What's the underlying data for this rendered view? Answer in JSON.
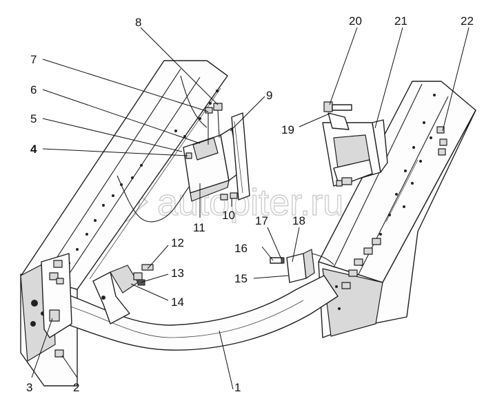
{
  "watermark": {
    "text": "autopiter.ru"
  },
  "callouts": [
    {
      "id": "1",
      "label": "1"
    },
    {
      "id": "2",
      "label": "2"
    },
    {
      "id": "3",
      "label": "3"
    },
    {
      "id": "4",
      "label": "4"
    },
    {
      "id": "5",
      "label": "5"
    },
    {
      "id": "6",
      "label": "6"
    },
    {
      "id": "7",
      "label": "7"
    },
    {
      "id": "8",
      "label": "8"
    },
    {
      "id": "9",
      "label": "9"
    },
    {
      "id": "10",
      "label": "10"
    },
    {
      "id": "11",
      "label": "11"
    },
    {
      "id": "12",
      "label": "12"
    },
    {
      "id": "13",
      "label": "13"
    },
    {
      "id": "14",
      "label": "14"
    },
    {
      "id": "15",
      "label": "15"
    },
    {
      "id": "16",
      "label": "16"
    },
    {
      "id": "17",
      "label": "17"
    },
    {
      "id": "18",
      "label": "18"
    },
    {
      "id": "19",
      "label": "19"
    },
    {
      "id": "20",
      "label": "20"
    },
    {
      "id": "21",
      "label": "21"
    },
    {
      "id": "22",
      "label": "22"
    }
  ]
}
